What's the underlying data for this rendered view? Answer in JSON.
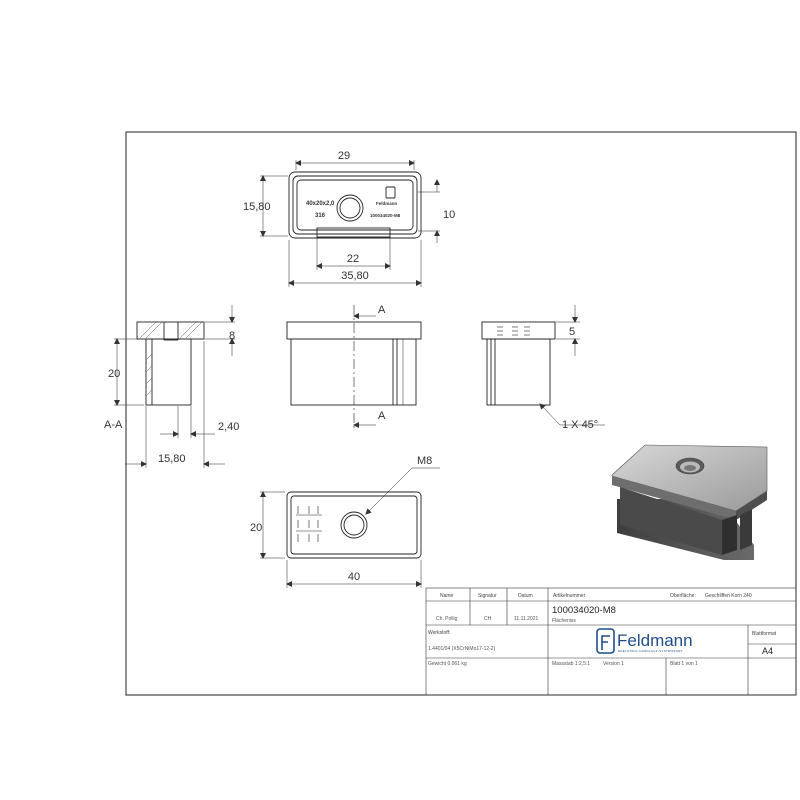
{
  "views": {
    "top": {
      "dim_width_inner": "29",
      "dim_height_outer": "15,80",
      "dim_height_inner": "10",
      "dim_width_bottom": "22",
      "dim_width_outer": "35,80",
      "engraving": {
        "size": "40x20x2,0",
        "material": "316",
        "brand": "Feldmann",
        "code": "100034020-M8"
      }
    },
    "section": {
      "label": "A-A",
      "dim_cap": "8",
      "dim_height": "20",
      "dim_wall": "2,40",
      "dim_width": "15,80"
    },
    "front": {
      "cut_label_top": "A",
      "cut_label_bottom": "A"
    },
    "side": {
      "dim_cap": "5",
      "chamfer": "1 X 45°"
    },
    "bottom": {
      "thread": "M8",
      "dim_height": "20",
      "dim_width": "40"
    }
  },
  "title_block": {
    "headers": {
      "name": "Name",
      "signature": "Signatur",
      "date": "Datum",
      "article_no": "Artikelnummer",
      "surface": "Oberfläche:",
      "surface_value": "Geschliffen Korn 240"
    },
    "row1": {
      "name": "Ch. Pollig",
      "signature": "CH",
      "date": "11.11.2021"
    },
    "article_number": "100034020-M8",
    "material_label": "Werkstoff:",
    "material_value": "1.4401/04 (X5CrNiMo17-12-2)",
    "weight": "Gewicht 0.061 kg",
    "free_field": "Flächeniss",
    "scale": "Massstab 1:2,5:1",
    "version": "Version 1",
    "sheet": "Blatt 1 von 1",
    "format_label": "Blattformat",
    "format_value": "A4",
    "logo": {
      "name": "Feldmann",
      "slogan": "EDELSTAHL-HANDLAUF-SYSTEMSORT"
    }
  }
}
